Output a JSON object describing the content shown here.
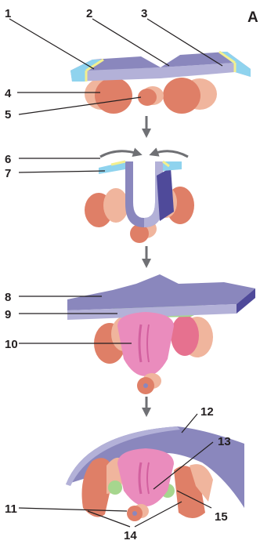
{
  "panel_label": "A",
  "labels": {
    "l1": "1",
    "l2": "2",
    "l3": "3",
    "l4": "4",
    "l5": "5",
    "l6": "6",
    "l7": "7",
    "l8": "8",
    "l9": "9",
    "l10": "10",
    "l11": "11",
    "l12": "12",
    "l13": "13",
    "l14": "14",
    "l15": "15"
  },
  "colors": {
    "ectoderm": "#8a87bd",
    "ectoderm_light": "#b3b1d8",
    "ectoderm_dark": "#4f4a9a",
    "surface_ectoderm": "#8fd3ee",
    "neural_crest": "#f3ef8f",
    "mesoderm": "#df7f67",
    "mesoderm_light": "#f0b59d",
    "neural_tube": "#ea8cbd",
    "neural_tube_dark": "#d2609f",
    "crest_cells": "#a6d68e",
    "arrow": "#6f7074"
  }
}
